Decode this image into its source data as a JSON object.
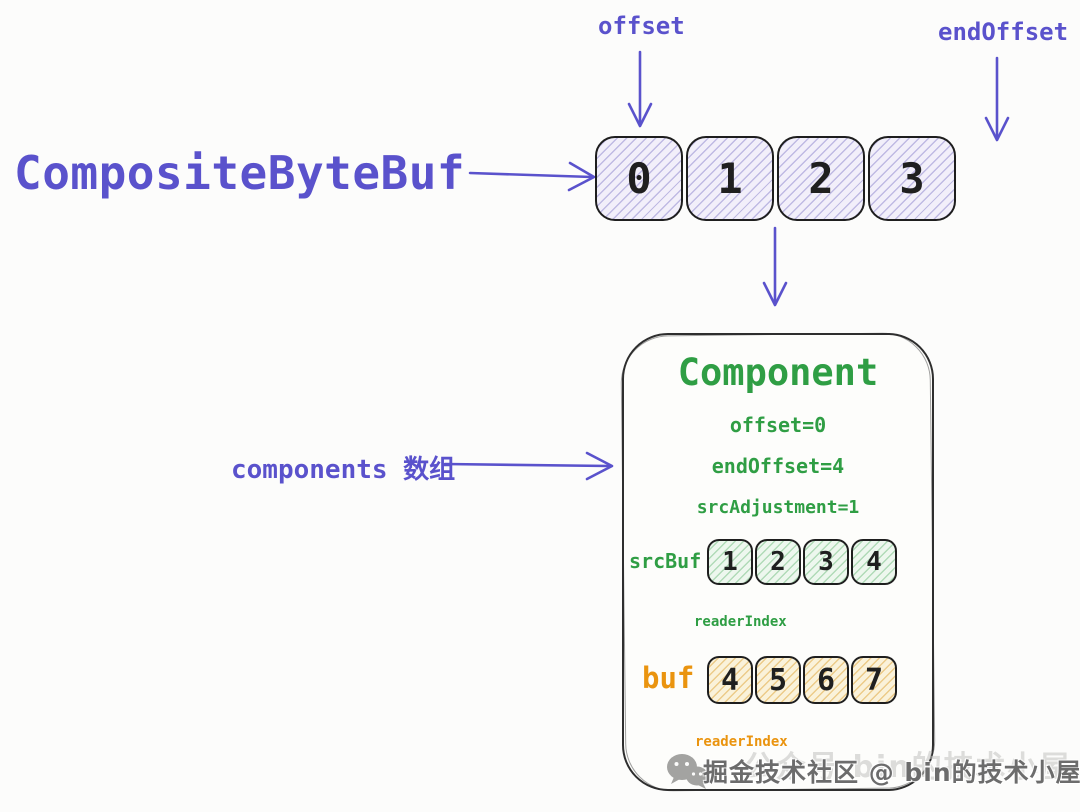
{
  "colors": {
    "purple": "#5a52cc",
    "green": "#2f9e44",
    "orange": "#ea940f",
    "ink": "#1e1e1e"
  },
  "top": {
    "offset_label": "offset",
    "end_offset_label": "endOffset",
    "composite_label": "CompositeByteBuf",
    "cells": [
      "0",
      "1",
      "2",
      "3"
    ]
  },
  "annotations": {
    "components_label": "components 数组"
  },
  "component": {
    "title": "Component",
    "fields": [
      "offset=0",
      "endOffset=4",
      "srcAdjustment=1"
    ],
    "src_buf": {
      "label": "srcBuf",
      "cells": [
        "1",
        "2",
        "3",
        "4"
      ],
      "reader_index_label": "readerIndex"
    },
    "buf": {
      "label": "buf",
      "cells": [
        "4",
        "5",
        "6",
        "7"
      ],
      "reader_index_label": "readerIndex"
    }
  },
  "watermark": {
    "text": "掘金技术社区 @ bin的技术小屋",
    "ghost_text": "公众号 bin的技术小屋"
  }
}
